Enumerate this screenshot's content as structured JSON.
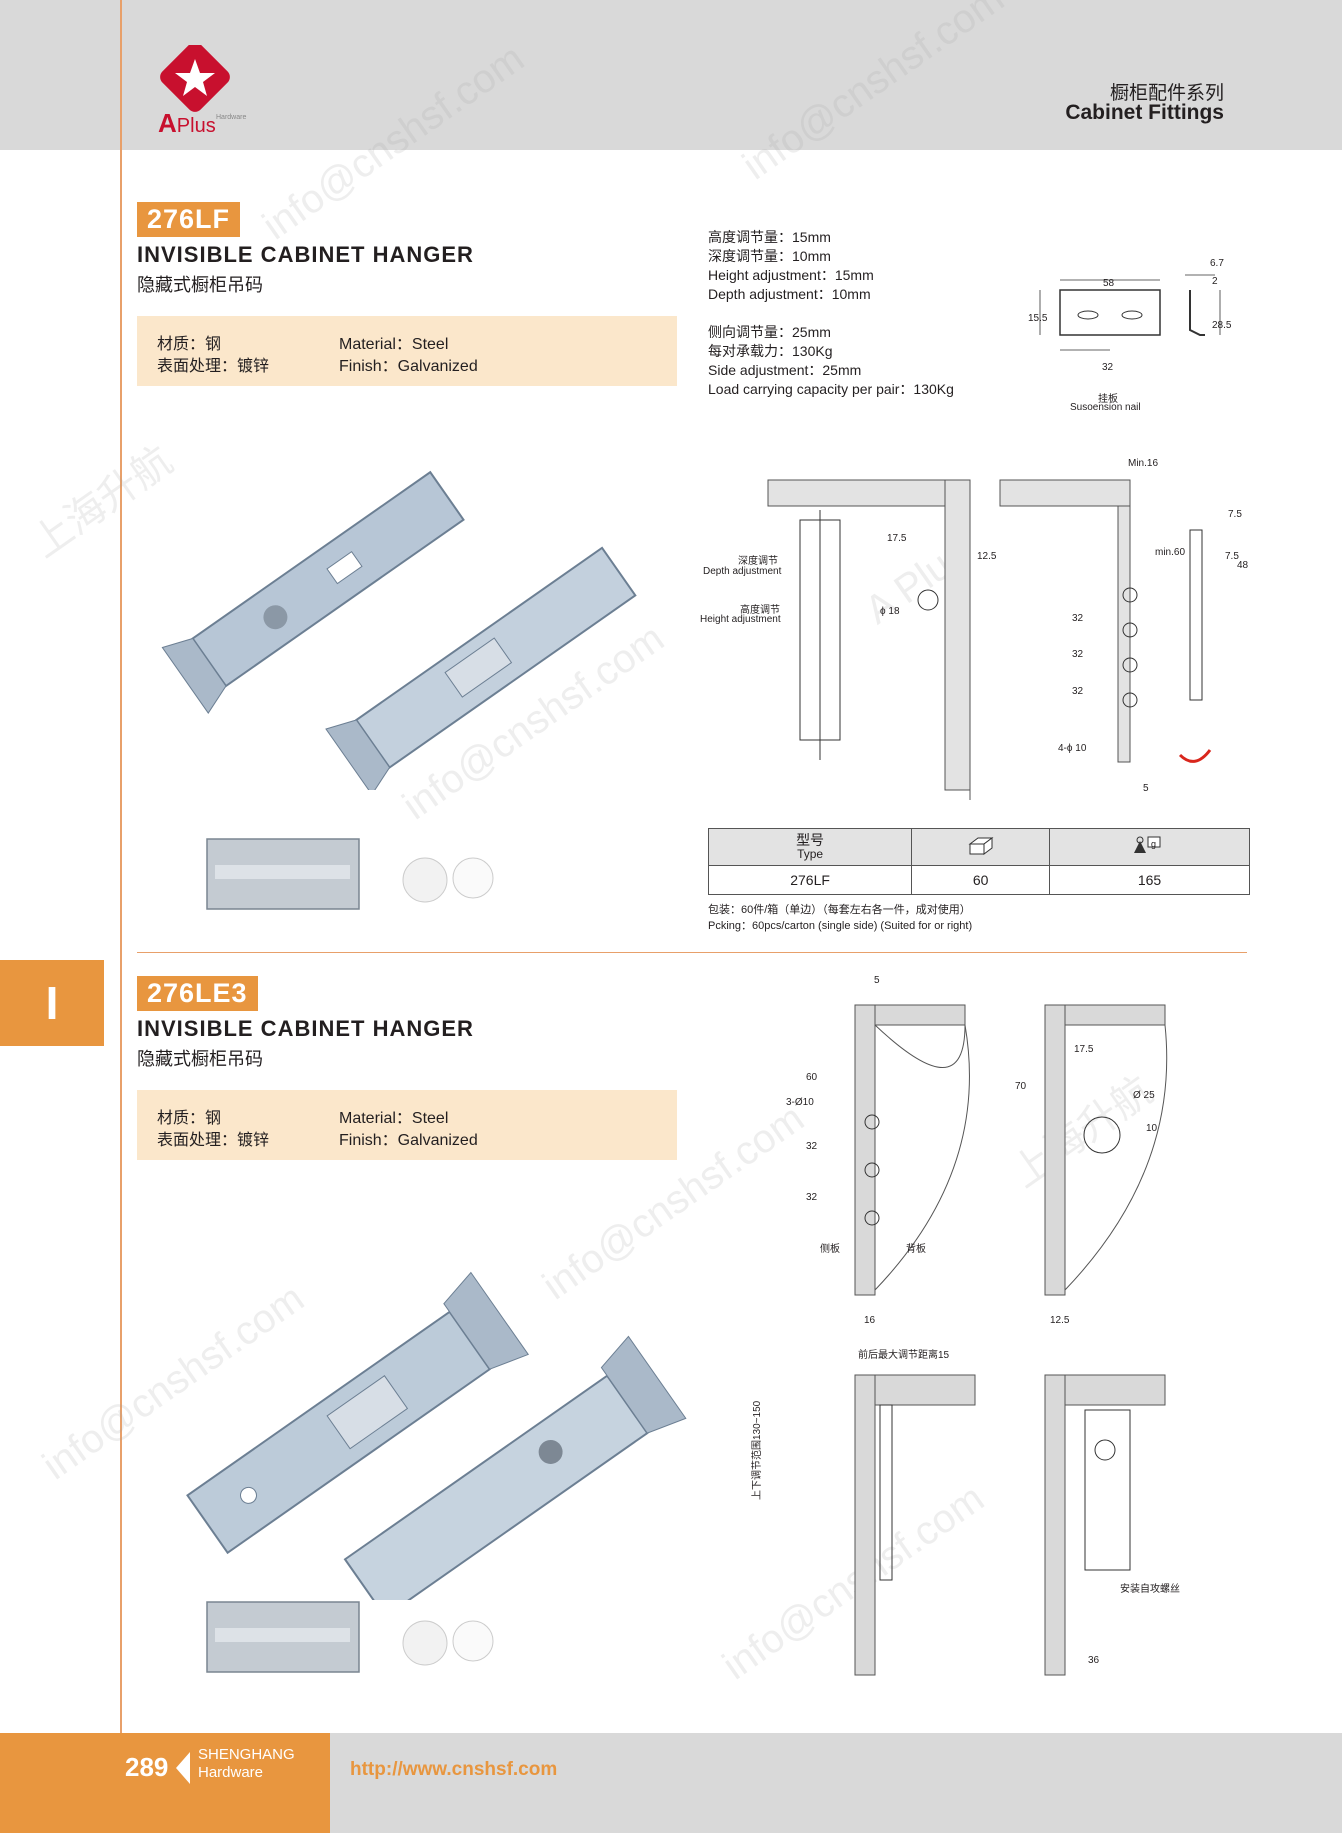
{
  "header": {
    "logo_text": "A",
    "logo_sub": "Plus",
    "logo_tiny": "Hardware",
    "series_zh": "橱柜配件系列",
    "series_en": "Cabinet Fittings"
  },
  "products": [
    {
      "model": "276LF",
      "title": "INVISIBLE CABINET HANGER",
      "title_zh": "隐藏式橱柜吊码",
      "material_zh": "材质：钢",
      "finish_zh": "表面处理：镀锌",
      "material_en": "Material：Steel",
      "finish_en": "Finish：Galvanized",
      "specs": [
        "高度调节量：15mm",
        "深度调节量：10mm",
        "Height adjustment：15mm",
        "Depth adjustment：10mm",
        "侧向调节量：25mm",
        "每对承载力：130Kg",
        "Side adjustment：25mm",
        "Load carrying capacity per pair：130Kg"
      ],
      "nail_label_zh": "挂板",
      "nail_label_en": "Susoension nail",
      "nail_dims": [
        "58",
        "6.7",
        "2",
        "15.5",
        "28.5",
        "32"
      ],
      "drawing_labels": {
        "depth_zh": "深度调节",
        "depth_en": "Depth adjustment",
        "height_zh": "高度调节",
        "height_en": "Height adjustment",
        "d1": "17.5",
        "d2": "12.5",
        "phi18": "ϕ 18",
        "min16": "Min.16",
        "min60": "min.60",
        "p32a": "32",
        "p32b": "32",
        "p32c": "32",
        "holes": "4-ϕ 10",
        "five": "5",
        "s75a": "7.5",
        "s75b": "7.5",
        "s48": "48"
      },
      "table": {
        "h_type_zh": "型号",
        "h_type_en": "Type",
        "h_carton": "carton-icon",
        "h_weight": "weight-icon",
        "weight_unit": "g",
        "row": [
          "276LF",
          "60",
          "165"
        ]
      },
      "pack_zh": "包装：60件/箱（单边）（每套左右各一件，成对使用）",
      "pack_en": "Pcking：60pcs/carton (single side) (Suited for or right)"
    },
    {
      "model": "276LE3",
      "title": "INVISIBLE CABINET HANGER",
      "title_zh": "隐藏式橱柜吊码",
      "material_zh": "材质：钢",
      "finish_zh": "表面处理：镀锌",
      "material_en": "Material：Steel",
      "finish_en": "Finish：Galvanized",
      "drawing_labels": {
        "top5": "5",
        "d60": "60",
        "holes": "3-Ø10",
        "d32a": "32",
        "d32b": "32",
        "side_zh": "侧板",
        "back_zh": "背板",
        "d16": "16",
        "d70": "70",
        "d175": "17.5",
        "phi25": "Ø 25",
        "d10": "10",
        "d125": "12.5",
        "max_adj": "前后最大调节距离15",
        "range": "上下调节范围130~150",
        "screw": "安装自攻螺丝",
        "d36": "36"
      }
    }
  ],
  "section_tab": "I",
  "footer": {
    "page": "289",
    "brand1": "SHENGHANG",
    "brand2": "Hardware",
    "url": "http://www.cnshsf.com"
  },
  "watermarks": [
    "info@cnshsf.com",
    "上海升航",
    "A Plus"
  ],
  "colors": {
    "accent": "#e8963f",
    "spec_bg": "#fbe7cb",
    "header_bg": "#d9d9d9",
    "brand_red": "#c8102e"
  }
}
